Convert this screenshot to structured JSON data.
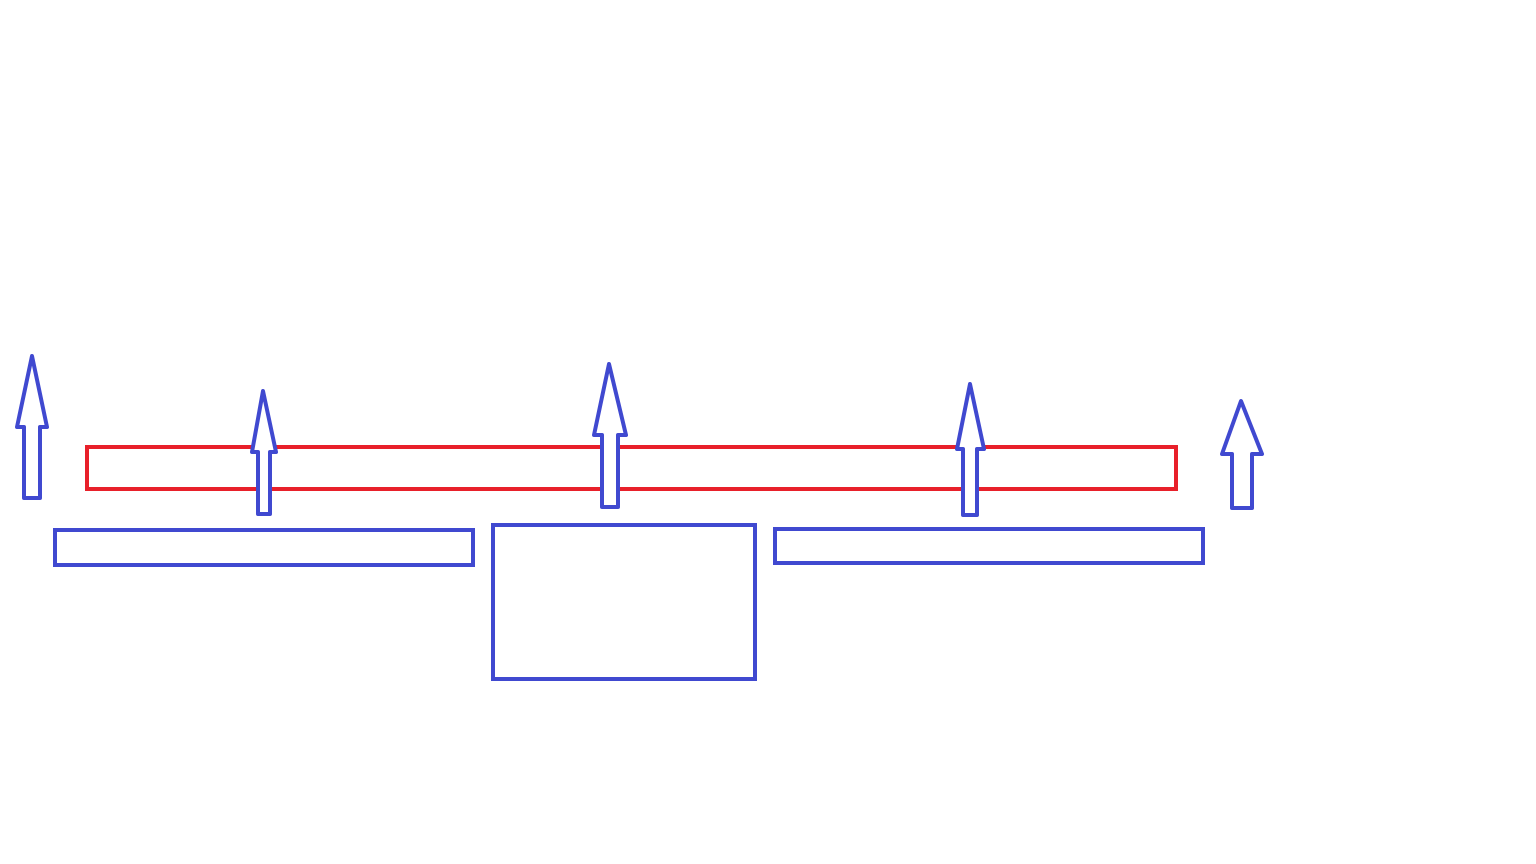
{
  "colors": {
    "outline": "#4049D0",
    "highlight": "#E8202A",
    "fill": "#FFFFFF"
  },
  "shapes": {
    "arrows": [
      "up-arrow",
      "up-arrow",
      "up-arrow",
      "up-arrow",
      "up-arrow"
    ],
    "bar": "horizontal-bar",
    "boxes": [
      "wide-box",
      "square-box",
      "wide-box"
    ]
  }
}
